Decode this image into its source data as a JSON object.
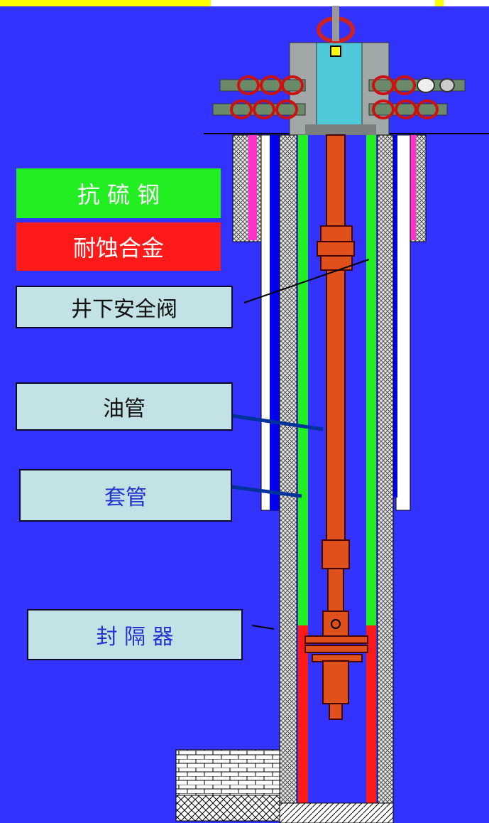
{
  "legend": {
    "steel_label": "抗 硫 钢",
    "alloy_label": "耐蚀合金",
    "steel_color": "#22ee22",
    "alloy_color": "#ff1a1a"
  },
  "labels": {
    "safety_valve": "井下安全阀",
    "tubing": "油管",
    "casing": "套管",
    "packer": "封 隔 器"
  },
  "colors": {
    "background": "#3333ff",
    "top_bar": "#ffff00",
    "label_bg": "#c3e2e6",
    "label_text": "#222222",
    "label_text_blue": "#2233cc",
    "tubing_orange": "#e0501a",
    "cement": "#bbbbbb",
    "magenta": "#ff33cc"
  }
}
